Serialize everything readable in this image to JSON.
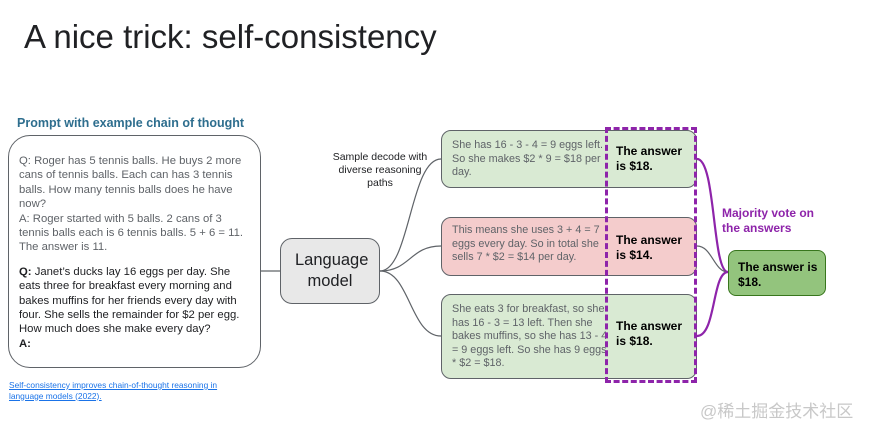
{
  "title": "A nice trick: self-consistency",
  "prompt": {
    "heading": "Prompt with example chain of thought",
    "example_q": "Q: Roger has 5 tennis balls. He buys 2 more cans of tennis balls. Each can has 3 tennis balls. How many tennis balls does he have now?",
    "example_a": "A: Roger started with 5 balls. 2 cans of 3 tennis balls each is 6 tennis balls. 5 + 6 = 11. The answer is 11.",
    "question_prefix": "Q:",
    "question": " Janet’s ducks lay 16 eggs per day. She eats three for breakfast every morning and bakes muffins for her friends every day with four. She sells the remainder for $2 per egg. How much does she make every day?",
    "answer_prefix": "A:"
  },
  "model_label": "Language model",
  "sample_label": "Sample decode with diverse reasoning paths",
  "paths": [
    {
      "reasoning": "She has 16 - 3 - 4 = 9 eggs left. So she makes $2 * 9 = $18 per day.",
      "answer": "The answer is $18.",
      "color": "#d9ead3"
    },
    {
      "reasoning": "This means she uses 3 + 4 = 7 eggs every day. So in total she sells 7 * $2 = $14 per day.",
      "answer": "The answer is $14.",
      "color": "#f4cccc"
    },
    {
      "reasoning": "She eats 3 for breakfast, so she has 16 - 3 = 13 left. Then she bakes muffins, so she has 13 - 4 = 9 eggs left. So she has 9 eggs * $2 = $18.",
      "answer": "The answer is $18.",
      "color": "#d9ead3"
    }
  ],
  "vote_label": "Majority vote on the answers",
  "final_answer": "The answer is $18.",
  "citation": "Self-consistency improves chain-of-thought reasoning in language models (2022).",
  "watermark": "@稀土掘金技术社区",
  "colors": {
    "accent_purple": "#8e24aa",
    "heading_blue": "#2e6e8e",
    "final_green": "#93c47d"
  }
}
